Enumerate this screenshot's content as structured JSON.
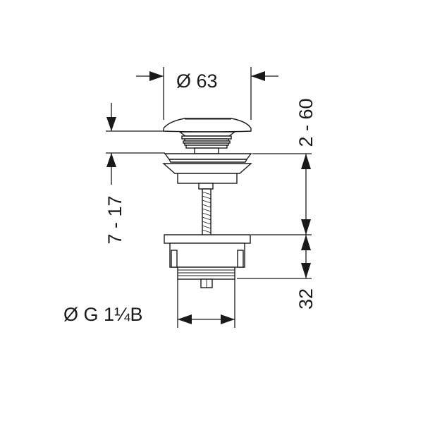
{
  "dimensions": {
    "cap_diameter": "Ø 63",
    "pull_range": "2 - 60",
    "stem_range": "7 - 17",
    "body_height": "32",
    "thread_size": "Ø G 1¼B"
  },
  "colors": {
    "line": "#1a1a1a",
    "background": "#ffffff"
  }
}
